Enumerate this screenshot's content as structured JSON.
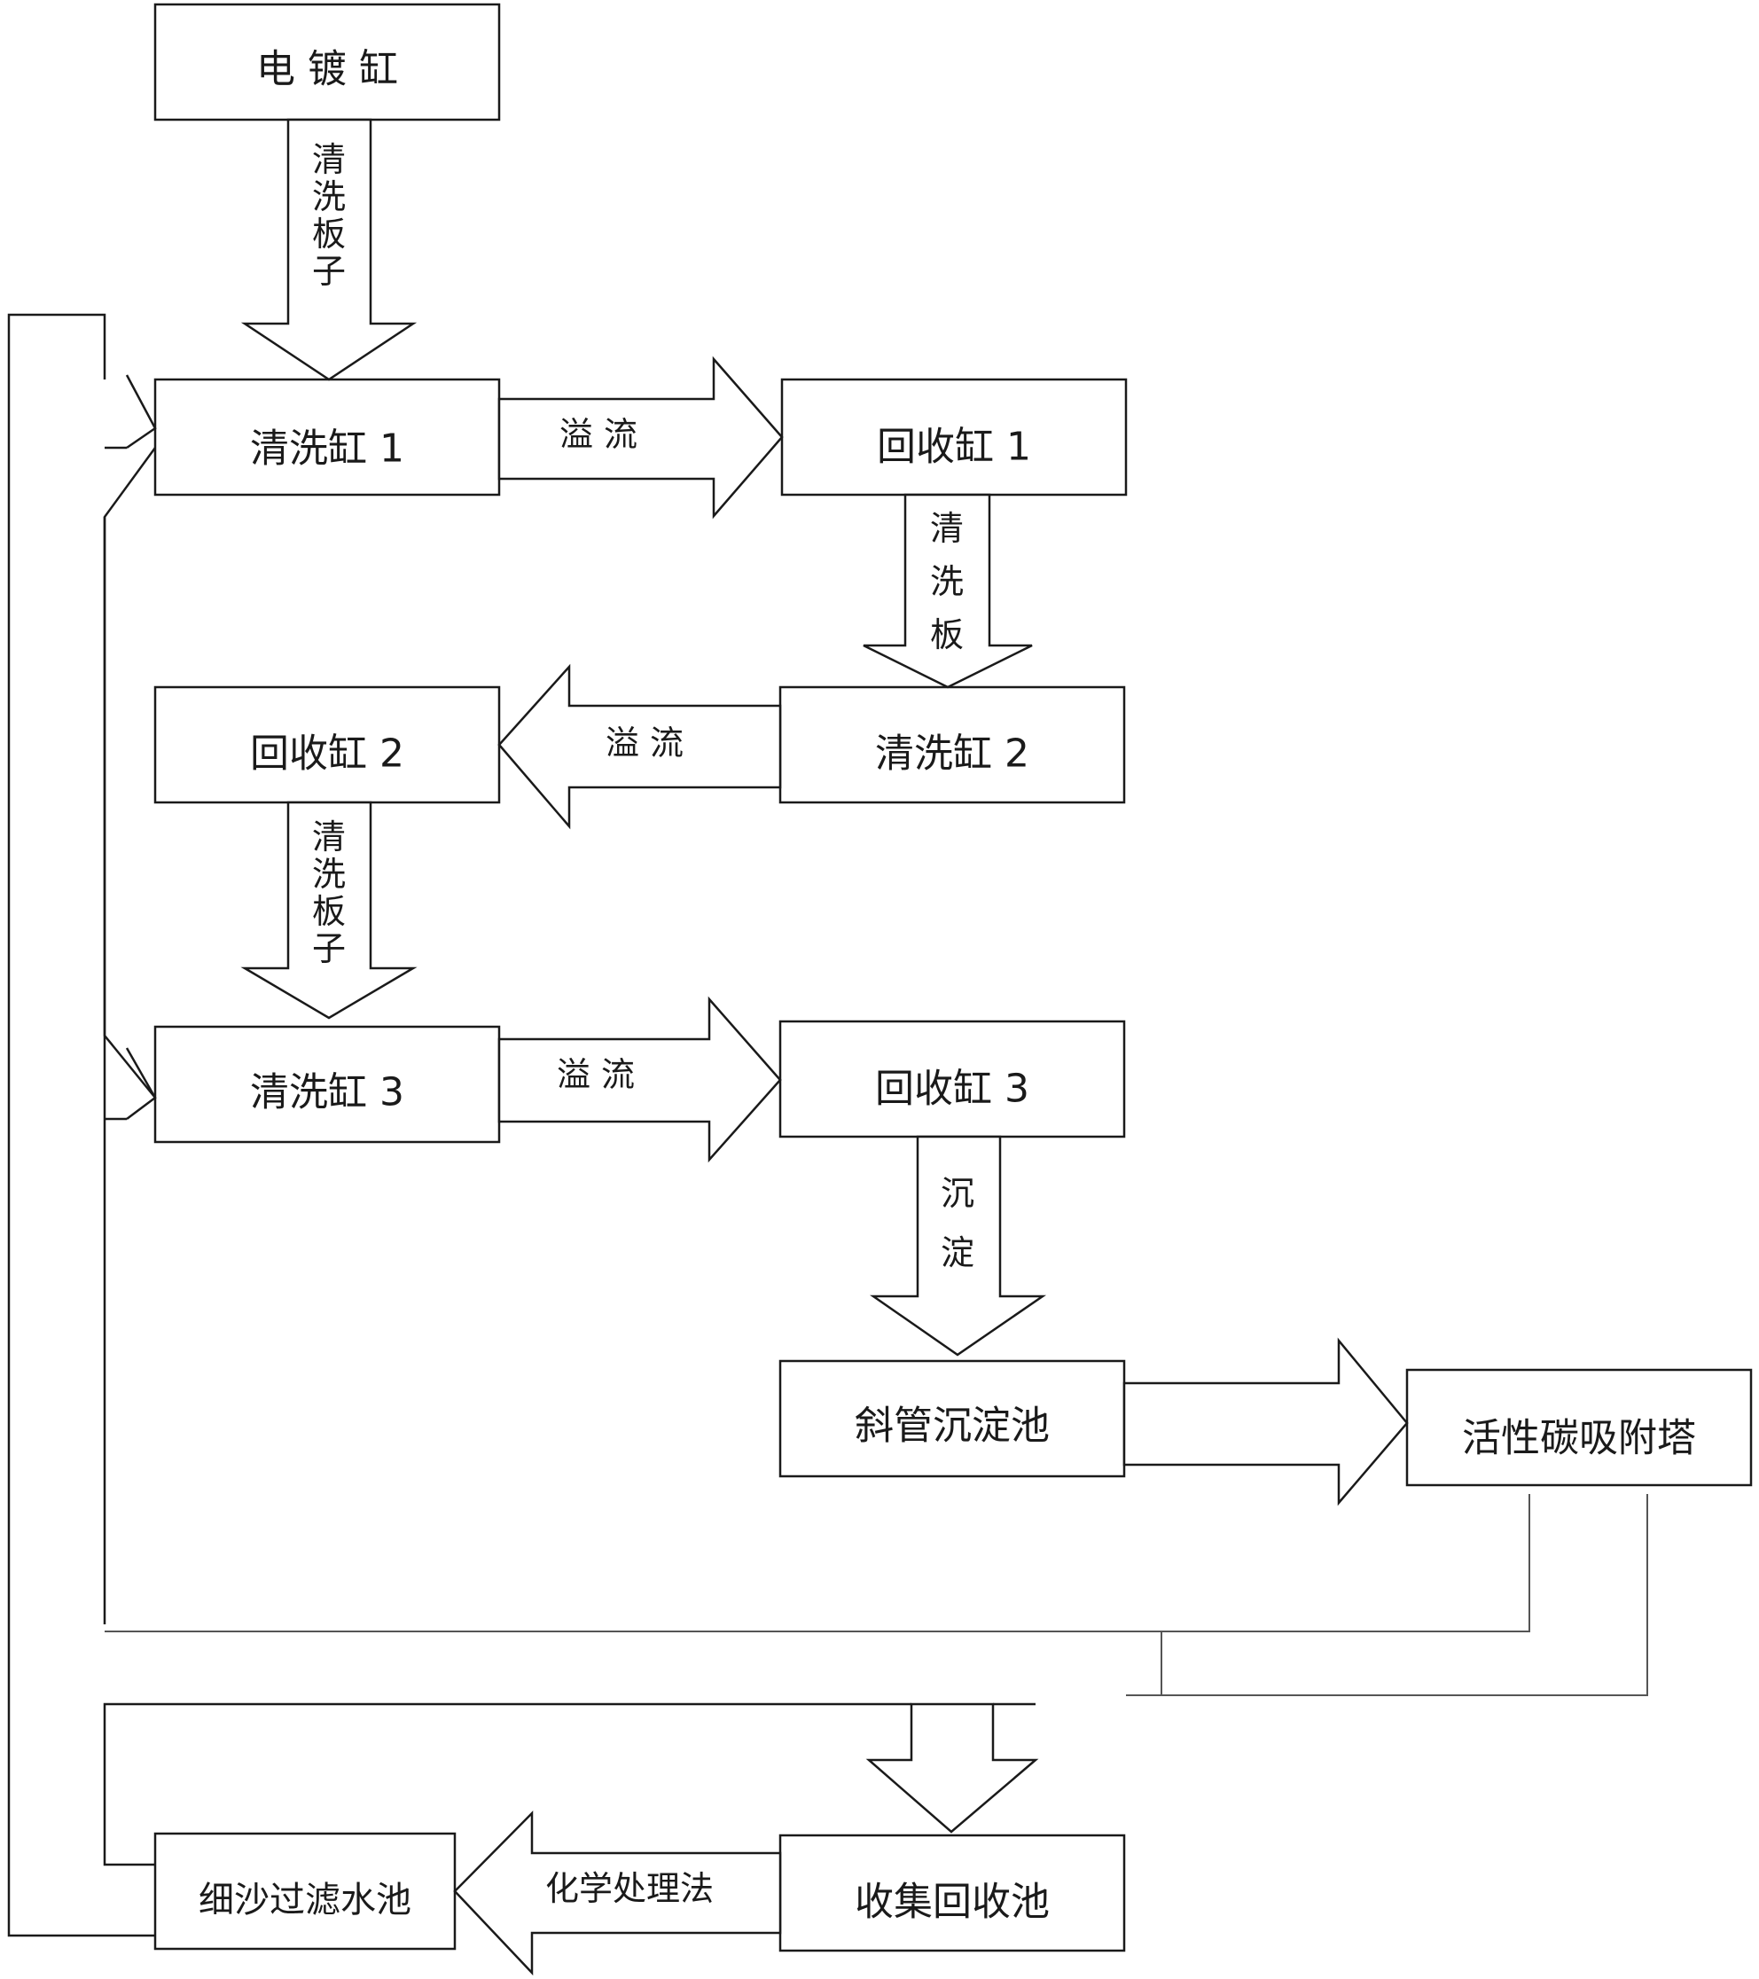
{
  "nodes": {
    "plating_tank": "电 镀 缸",
    "rinse_tank_1": "清洗缸 1",
    "recovery_tank_1": "回收缸 1",
    "recovery_tank_2": "回收缸 2",
    "rinse_tank_2": "清洗缸 2",
    "rinse_tank_3": "清洗缸 3",
    "recovery_tank_3": "回收缸 3",
    "inclined_tube_settler": "斜管沉淀池",
    "activated_carbon_tower": "活性碳吸附塔",
    "fine_sand_filter_pool": "细沙过滤水池",
    "collection_pool": "收集回收池"
  },
  "flows": {
    "plating_to_rinse1": [
      "清",
      "洗",
      "板",
      "子"
    ],
    "rinse1_to_recovery1": "溢  流",
    "recovery1_to_rinse2": [
      "清",
      "洗",
      "板"
    ],
    "rinse2_to_recovery2": "溢  流",
    "recovery2_to_rinse3": [
      "清",
      "洗",
      "板",
      "子"
    ],
    "rinse3_to_recovery3": "溢  流",
    "recovery3_to_settler": [
      "沉",
      "淀"
    ],
    "collection_to_filter": "化学处理法"
  }
}
